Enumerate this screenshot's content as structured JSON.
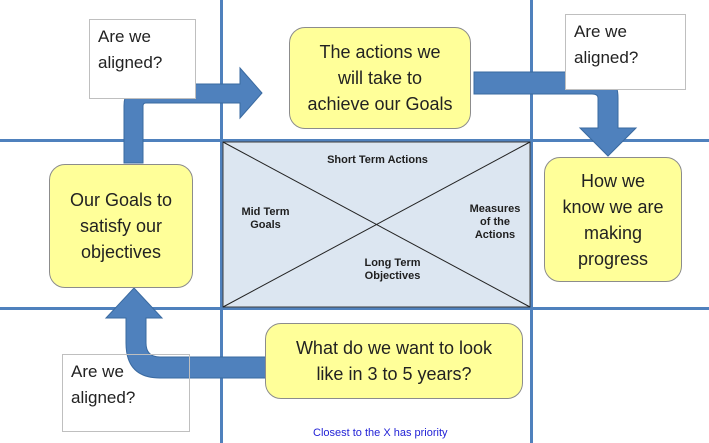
{
  "center_box": {
    "top_label": "Short Term Actions",
    "left_label_line1": "Mid Term",
    "left_label_line2": "Goals",
    "right_label_line1": "Measures",
    "right_label_line2": "of the",
    "right_label_line3": "Actions",
    "bottom_label_line1": "Long Term",
    "bottom_label_line2": "Objectives"
  },
  "boxes": {
    "top": {
      "line1": "The actions we",
      "line2": "will take to",
      "line3": "achieve our Goals"
    },
    "left": {
      "line1": "Our Goals to",
      "line2": "satisfy our",
      "line3": "objectives"
    },
    "right": {
      "line1": "How we",
      "line2": "know we are",
      "line3": "making",
      "line4": "progress"
    },
    "bottom": {
      "line1": "What do we want to look",
      "line2": "like in 3 to 5 years?"
    }
  },
  "aligned_boxes": {
    "top_left": {
      "line1": "Are we",
      "line2": "aligned?"
    },
    "top_right": {
      "line1": "Are we",
      "line2": "aligned?"
    },
    "bottom_left": {
      "line1": "Are we",
      "line2": "aligned?"
    }
  },
  "footnote": "Closest to the X has priority",
  "colors": {
    "grid_line": "#4f81bd",
    "arrow": "#4f81bd",
    "center_fill": "#dce6f1",
    "box_fill": "#ffff99"
  }
}
